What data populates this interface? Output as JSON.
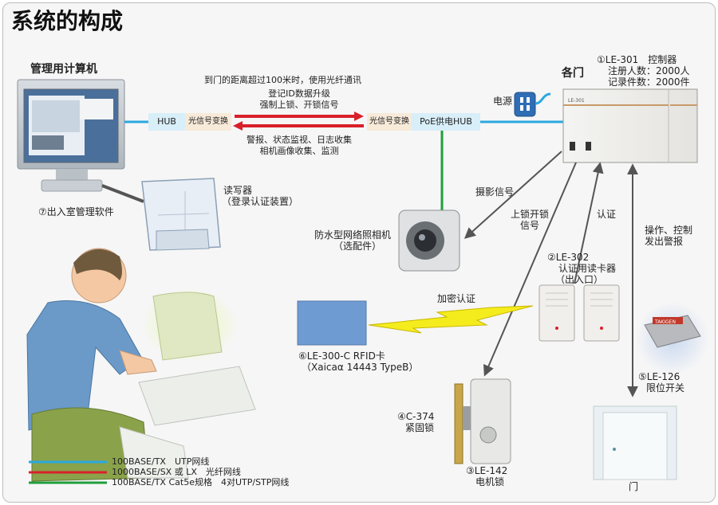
{
  "title": "系统的构成",
  "admin_pc": {
    "label": "管理用计算机",
    "software": "⑦出入室管理软件"
  },
  "link_note": "到门的距离超过100米时，使用光纤通讯",
  "hub_left": {
    "hub": "HUB",
    "converter": "光信号变换"
  },
  "hub_right": {
    "converter": "光信号变换",
    "hub": "PoE供电HUB"
  },
  "signals_forward": [
    "登记ID数据升级",
    "强制上锁、开锁信号"
  ],
  "signals_back": [
    "警报、状态监视、日志收集",
    "相机画像收集、监测"
  ],
  "power": "电源",
  "door_group": "各门",
  "controller": {
    "label": "①LE-301　控制器",
    "line1": "注册人数：2000人",
    "line2": "记录件数：2000件",
    "panel_mark": "LE-301"
  },
  "reader_writer": {
    "line1": "读写器",
    "line2": "（登录认证装置）"
  },
  "camera": {
    "line1": "防水型网络照相机",
    "line2": "（选配件）"
  },
  "photo_signal": "摄影信号",
  "lock_signal": [
    "上锁开锁",
    "信号"
  ],
  "auth": "认证",
  "operate": [
    "操作、控制",
    "发出警报"
  ],
  "card_reader": {
    "line1": "②LE-302",
    "line2": "认证用读卡器",
    "line3": "（出入口）"
  },
  "encrypt": "加密认证",
  "rfid": {
    "line1": "⑥LE-300-C RFID卡",
    "line2": "（Xaicaα  14443 TypeB）"
  },
  "strike": {
    "line1": "④C-374",
    "line2": "紧固锁"
  },
  "motor_lock": {
    "line1": "③LE-142",
    "line2": "电机锁"
  },
  "limit_switch": {
    "line1": "⑤LE-126",
    "line2": "限位开关",
    "brand": "TAKIGEN"
  },
  "door": "门",
  "legend": [
    {
      "label": "100BASE/TX　UTP网线",
      "color": "#2aa8df"
    },
    {
      "label": "1000BASE/SX 或 LX　光纤网线",
      "color": "#d9202a"
    },
    {
      "label": "100BASE/TX Cat5e规格　4对UTP/STP网线",
      "color": "#1e9e3c"
    }
  ],
  "colors": {
    "blue": "#2aa8df",
    "red": "#d9202a",
    "green": "#1e9e3c",
    "hub_bg": "#d8eef8",
    "conv_bg": "#f7ead9"
  }
}
